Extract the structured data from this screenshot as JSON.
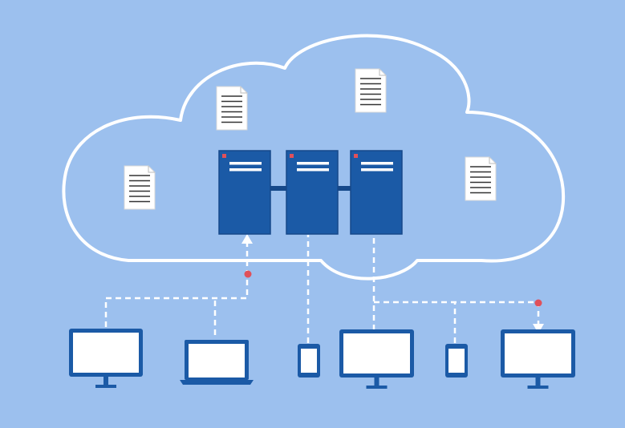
{
  "diagram": {
    "colors": {
      "background": "#9cc0ee",
      "cloud_stroke": "#ffffff",
      "server_fill": "#1b5aa6",
      "server_stroke": "#16498a",
      "server_line": "#ffffff",
      "server_led": "#e0505a",
      "device_frame": "#1b5aa6",
      "device_screen": "#ffffff",
      "document_fill": "#ffffff",
      "document_lines": "#333333",
      "connector": "#ffffff",
      "connector_dot": "#e0505a"
    },
    "cloud": {
      "icon": "cloud-outline"
    },
    "servers": [
      {
        "id": "server-1",
        "icon": "server-rack-icon"
      },
      {
        "id": "server-2",
        "icon": "server-rack-icon"
      },
      {
        "id": "server-3",
        "icon": "server-rack-icon"
      }
    ],
    "documents": [
      {
        "id": "document-1",
        "icon": "document-icon"
      },
      {
        "id": "document-2",
        "icon": "document-icon"
      },
      {
        "id": "document-3",
        "icon": "document-icon"
      },
      {
        "id": "document-4",
        "icon": "document-icon"
      }
    ],
    "devices": [
      {
        "id": "desktop-monitor-1",
        "kind": "monitor",
        "icon": "desktop-monitor-icon"
      },
      {
        "id": "laptop-1",
        "kind": "laptop",
        "icon": "laptop-icon"
      },
      {
        "id": "smartphone-1",
        "kind": "phone",
        "icon": "smartphone-icon"
      },
      {
        "id": "desktop-monitor-2",
        "kind": "monitor",
        "icon": "desktop-monitor-icon"
      },
      {
        "id": "smartphone-2",
        "kind": "phone",
        "icon": "smartphone-icon"
      },
      {
        "id": "desktop-monitor-3",
        "kind": "monitor",
        "icon": "desktop-monitor-icon"
      }
    ]
  }
}
